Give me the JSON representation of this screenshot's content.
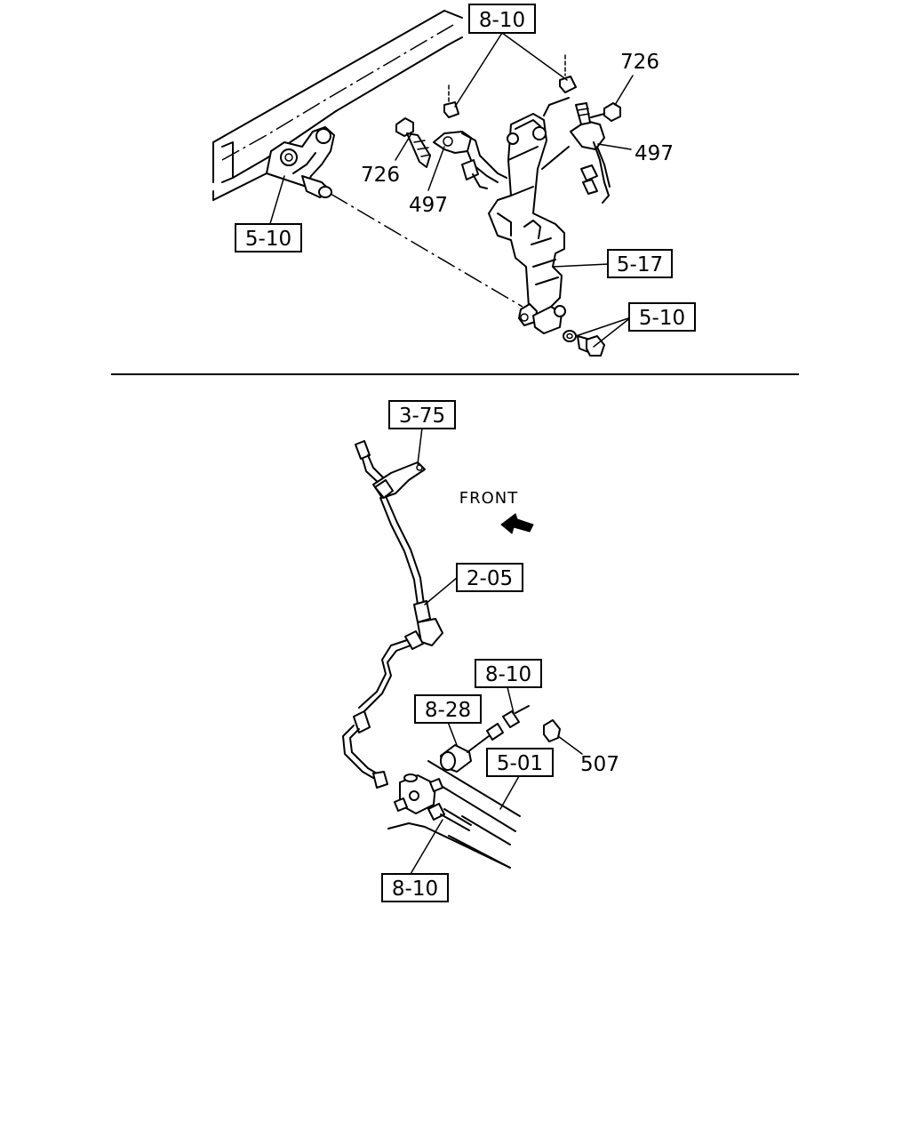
{
  "top_view": {
    "labels": {
      "ref_8_10": "8-10",
      "part_726_right": "726",
      "part_497_right": "497",
      "part_726_left": "726",
      "part_497_left": "497",
      "ref_5_10_left": "5-10",
      "ref_5_17": "5-17",
      "ref_5_10_bottom": "5-10"
    }
  },
  "bottom_view": {
    "labels": {
      "ref_3_75": "3-75",
      "front": "FRONT",
      "ref_2_05": "2-05",
      "ref_8_10_upper": "8-10",
      "ref_8_28": "8-28",
      "part_507": "507",
      "ref_5_01": "5-01",
      "ref_8_10_lower": "8-10"
    }
  }
}
